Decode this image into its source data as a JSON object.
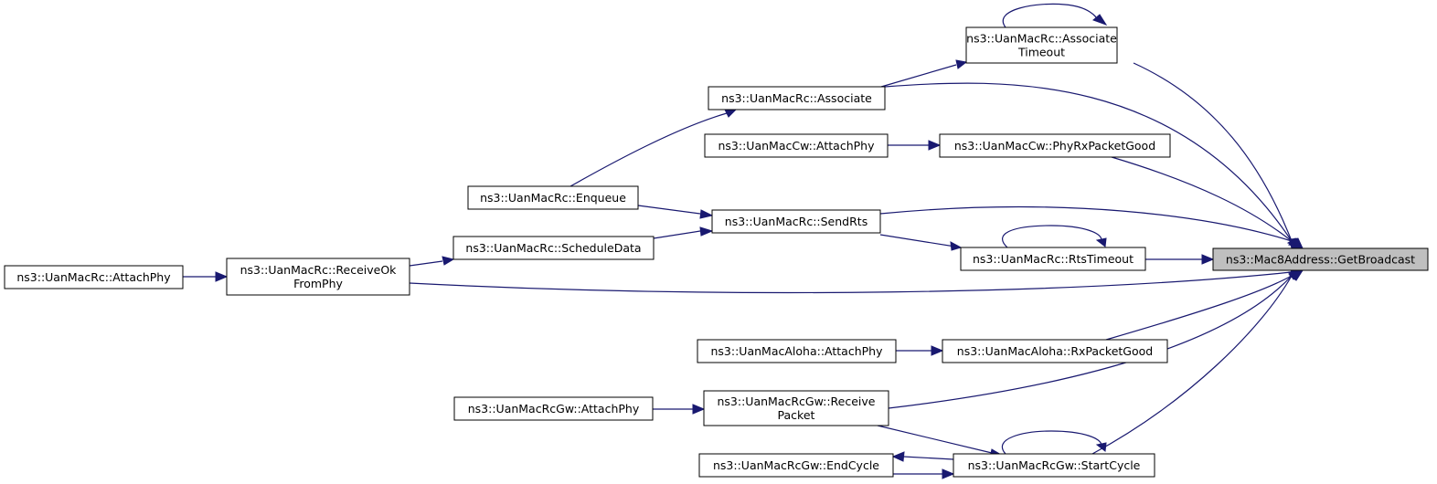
{
  "graph": {
    "direction": "right-to-left",
    "colors": {
      "edge": "#191970",
      "focus_fill": "#bfbfbf",
      "node_fill": "#ffffff",
      "border": "#000000"
    },
    "nodes": {
      "getbroadcast": {
        "lines": [
          "ns3::Mac8Address::GetBroadcast"
        ],
        "focus": true
      },
      "associatetimeout": {
        "lines": [
          "ns3::UanMacRc::Associate",
          "Timeout"
        ]
      },
      "associate": {
        "lines": [
          "ns3::UanMacRc::Associate"
        ]
      },
      "cwattachphy": {
        "lines": [
          "ns3::UanMacCw::AttachPhy"
        ]
      },
      "phyrxpacketgood": {
        "lines": [
          "ns3::UanMacCw::PhyRxPacketGood"
        ]
      },
      "enqueue": {
        "lines": [
          "ns3::UanMacRc::Enqueue"
        ]
      },
      "sendrts": {
        "lines": [
          "ns3::UanMacRc::SendRts"
        ]
      },
      "scheduledata": {
        "lines": [
          "ns3::UanMacRc::ScheduleData"
        ]
      },
      "rtstimeout": {
        "lines": [
          "ns3::UanMacRc::RtsTimeout"
        ]
      },
      "rcattachphy": {
        "lines": [
          "ns3::UanMacRc::AttachPhy"
        ]
      },
      "receiveokfromphy": {
        "lines": [
          "ns3::UanMacRc::ReceiveOk",
          "FromPhy"
        ]
      },
      "alohaattachphy": {
        "lines": [
          "ns3::UanMacAloha::AttachPhy"
        ]
      },
      "rxpacketgood": {
        "lines": [
          "ns3::UanMacAloha::RxPacketGood"
        ]
      },
      "gwattachphy": {
        "lines": [
          "ns3::UanMacRcGw::AttachPhy"
        ]
      },
      "receivepacket": {
        "lines": [
          "ns3::UanMacRcGw::Receive",
          "Packet"
        ]
      },
      "endcycle": {
        "lines": [
          "ns3::UanMacRcGw::EndCycle"
        ]
      },
      "startcycle": {
        "lines": [
          "ns3::UanMacRcGw::StartCycle"
        ]
      }
    },
    "edges": [
      {
        "from": "associatetimeout",
        "to": "getbroadcast"
      },
      {
        "from": "associatetimeout",
        "to": "associatetimeout"
      },
      {
        "from": "associate",
        "to": "associatetimeout"
      },
      {
        "from": "associate",
        "to": "getbroadcast"
      },
      {
        "from": "enqueue",
        "to": "associate"
      },
      {
        "from": "phyrxpacketgood",
        "to": "getbroadcast"
      },
      {
        "from": "cwattachphy",
        "to": "phyrxpacketgood"
      },
      {
        "from": "sendrts",
        "to": "getbroadcast"
      },
      {
        "from": "enqueue",
        "to": "sendrts"
      },
      {
        "from": "scheduledata",
        "to": "sendrts"
      },
      {
        "from": "rtstimeout",
        "to": "sendrts"
      },
      {
        "from": "rtstimeout",
        "to": "rtstimeout"
      },
      {
        "from": "rtstimeout",
        "to": "getbroadcast"
      },
      {
        "from": "receiveokfromphy",
        "to": "scheduledata"
      },
      {
        "from": "rcattachphy",
        "to": "receiveokfromphy"
      },
      {
        "from": "receiveokfromphy",
        "to": "getbroadcast"
      },
      {
        "from": "rxpacketgood",
        "to": "getbroadcast"
      },
      {
        "from": "alohaattachphy",
        "to": "rxpacketgood"
      },
      {
        "from": "receivepacket",
        "to": "getbroadcast"
      },
      {
        "from": "gwattachphy",
        "to": "receivepacket"
      },
      {
        "from": "receivepacket",
        "to": "startcycle"
      },
      {
        "from": "startcycle",
        "to": "getbroadcast"
      },
      {
        "from": "startcycle",
        "to": "startcycle"
      },
      {
        "from": "startcycle",
        "to": "endcycle"
      },
      {
        "from": "endcycle",
        "to": "startcycle"
      }
    ]
  }
}
